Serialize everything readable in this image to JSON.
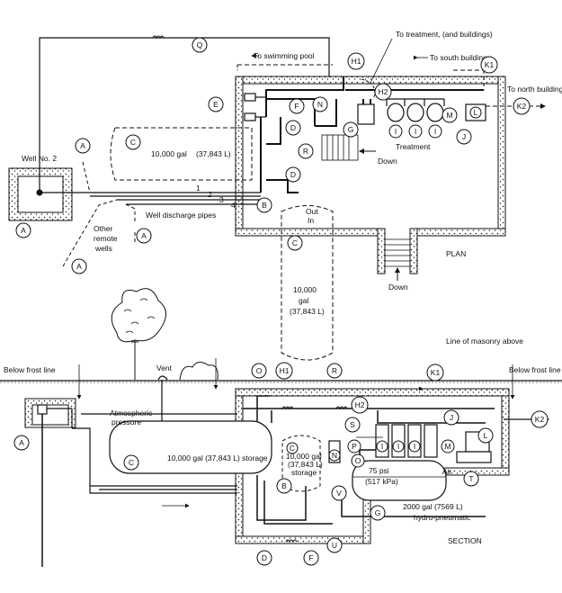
{
  "plan": {
    "title": "PLAN",
    "well_label": "Well No. 2",
    "other_wells": [
      "Other",
      "remote",
      "wells"
    ],
    "discharge_label": "Well discharge pipes",
    "pipe_numbers": [
      "1",
      "2",
      "3",
      "4"
    ],
    "to_swimming_pool": "To swimming pool",
    "to_treatment": "To treatment, (and buildings)",
    "to_south": "To south buildings",
    "to_north": "To north buildings",
    "treatment": "Treatment",
    "down": "Down",
    "down2": "Down",
    "tank_top_label": "10,000 gal",
    "tank_top_metric": "(37,843 L)",
    "tank_v_1": "10,000",
    "tank_v_2": "gal",
    "tank_v_3": "(37,843 L)",
    "out": "Out",
    "in": "In"
  },
  "section": {
    "title": "SECTION",
    "below_frost_left": "Below frost line",
    "below_frost_right": "Below frost line",
    "masonry": "Line of masonry above",
    "vent": "Vent",
    "atmos_1": "Atmospheric",
    "atmos_2": "pressure",
    "storage_label": "10,000 gal (37,843 L) storage",
    "c_small_1": "10,000 gal",
    "c_small_2": "(37,843 L)",
    "c_small_3": "storage",
    "psi_1": "75 psi",
    "psi_2": "(517 kPa)",
    "air": "Air",
    "hydro_1": "2000 gal (7569 L)",
    "hydro_2": "hydro-pneumatic"
  },
  "letters": {
    "A": "A",
    "B": "B",
    "C": "C",
    "D": "D",
    "E": "E",
    "F": "F",
    "G": "G",
    "H1": "H1",
    "H2": "H2",
    "I": "I",
    "J": "J",
    "K1": "K1",
    "K2": "K2",
    "L": "L",
    "M": "M",
    "N": "N",
    "O": "O",
    "P": "P",
    "Q": "Q",
    "R": "R",
    "S": "S",
    "T": "T",
    "U": "U",
    "V": "V"
  }
}
